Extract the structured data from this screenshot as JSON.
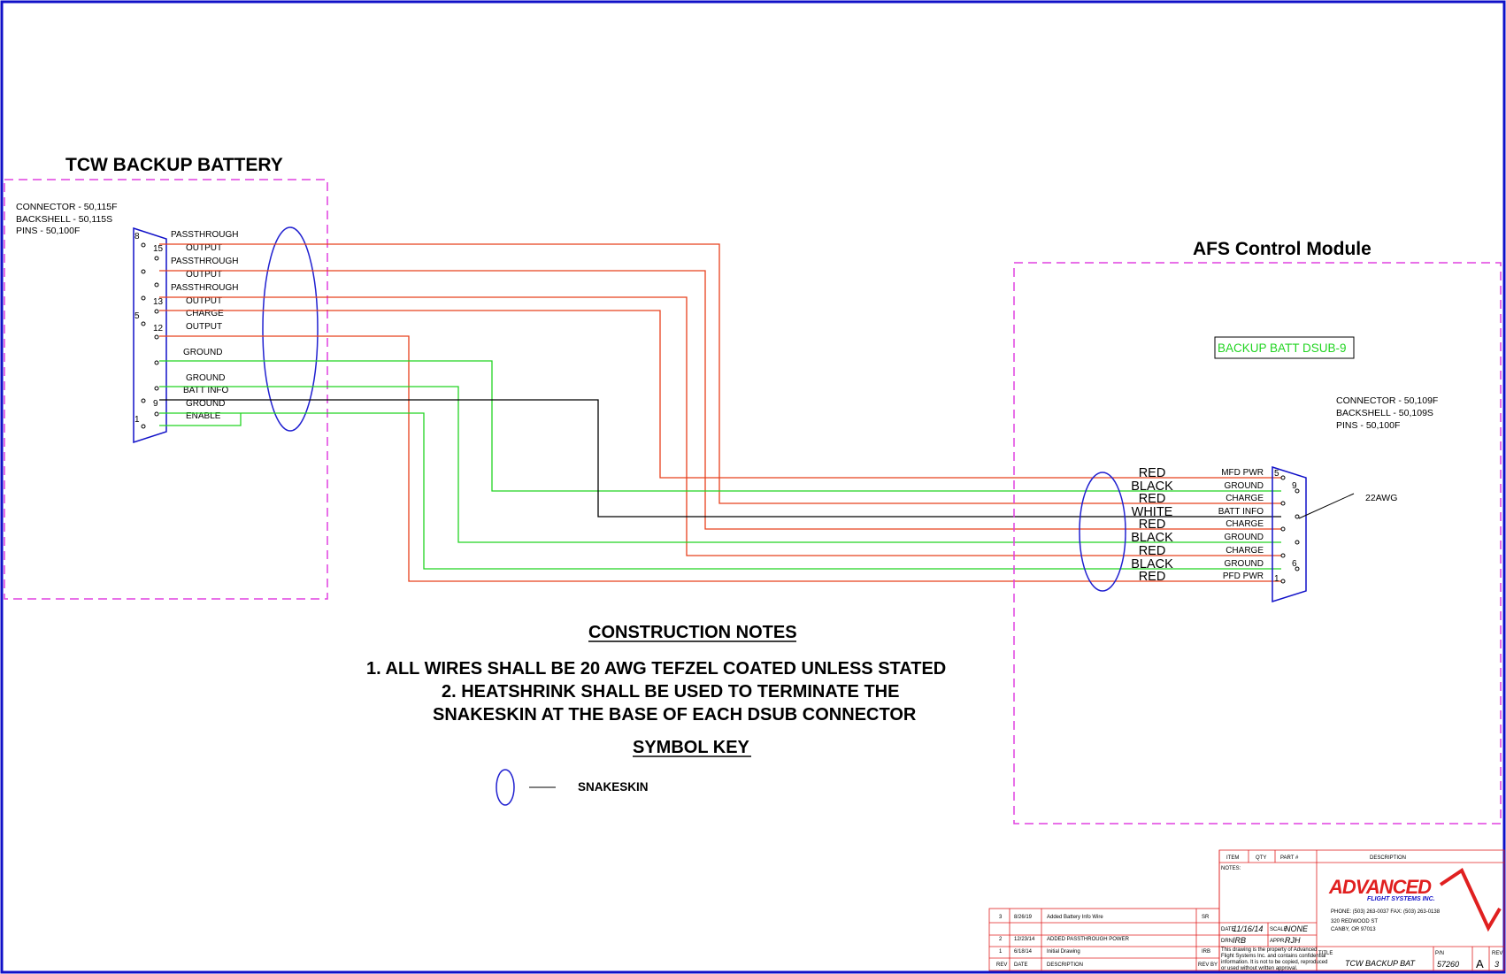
{
  "left_module": {
    "title": "TCW BACKUP BATTERY",
    "specs": [
      "CONNECTOR - 50,115F",
      "BACKSHELL - 50,115S",
      "PINS - 50,100F"
    ],
    "pin_numbers": [
      "8",
      "15",
      "13",
      "5",
      "12",
      "9",
      "1"
    ],
    "pins": [
      {
        "label": "PASSTHROUGH"
      },
      {
        "label": "OUTPUT"
      },
      {
        "label": "PASSTHROUGH"
      },
      {
        "label": "OUTPUT"
      },
      {
        "label": "PASSTHROUGH"
      },
      {
        "label": "OUTPUT"
      },
      {
        "label": "CHARGE"
      },
      {
        "label": "OUTPUT"
      },
      {
        "label": "GROUND"
      },
      {
        "label": "GROUND"
      },
      {
        "label": "BATT INFO"
      },
      {
        "label": "GROUND"
      },
      {
        "label": "ENABLE"
      }
    ]
  },
  "right_module": {
    "title": "AFS Control Module",
    "dsub_label": "BACKUP BATT DSUB-9",
    "specs": [
      "CONNECTOR - 50,109F",
      "BACKSHELL - 50,109S",
      "PINS - 50,100F"
    ],
    "pin_numbers": [
      "5",
      "9",
      "6",
      "1"
    ],
    "wire_gauge_note": "22AWG"
  },
  "wires": [
    {
      "color_name": "RED",
      "signal": "MFD PWR",
      "color": "#e8401c"
    },
    {
      "color_name": "BLACK",
      "signal": "GROUND",
      "color": "#22d422"
    },
    {
      "color_name": "RED",
      "signal": "CHARGE",
      "color": "#e8401c"
    },
    {
      "color_name": "WHITE",
      "signal": "BATT INFO",
      "color": "#000000"
    },
    {
      "color_name": "RED",
      "signal": "CHARGE",
      "color": "#e8401c"
    },
    {
      "color_name": "BLACK",
      "signal": "GROUND",
      "color": "#22d422"
    },
    {
      "color_name": "RED",
      "signal": "CHARGE",
      "color": "#e8401c"
    },
    {
      "color_name": "BLACK",
      "signal": "GROUND",
      "color": "#22d422"
    },
    {
      "color_name": "RED",
      "signal": "PFD PWR",
      "color": "#e8401c"
    }
  ],
  "notes": {
    "heading": "CONSTRUCTION NOTES",
    "lines": [
      "1. ALL WIRES SHALL BE 20 AWG TEFZEL COATED UNLESS STATED",
      "2. HEATSHRINK SHALL BE USED TO TERMINATE THE",
      "SNAKESKIN AT THE BASE OF EACH DSUB CONNECTOR"
    ]
  },
  "symbol_key": {
    "heading": "SYMBOL KEY",
    "snakeskin": "SNAKESKIN"
  },
  "title_block": {
    "revisions": [
      {
        "rev": "3",
        "date": "8/26/19",
        "description": "Added Battery Info Wire",
        "by": "SR"
      },
      {
        "rev": "2",
        "date": "12/23/14",
        "description": "ADDED PASSTHROUGH POWER",
        "by": ""
      },
      {
        "rev": "1",
        "date": "6/18/14",
        "description": "Initial Drawing",
        "by": "IRB"
      }
    ],
    "rev_header": {
      "rev": "REV",
      "date": "DATE",
      "description": "DESCRIPTION",
      "by": "REV BY"
    },
    "parts_header": {
      "item": "ITEM",
      "qty": "QTY",
      "part": "PART #",
      "description": "DESCRIPTION"
    },
    "notes_label": "NOTES:",
    "date_label": "DATE",
    "date_value": "11/16/14",
    "scale_label": "SCALE",
    "scale_value": "NONE",
    "drn_label": "DRN",
    "drn_value": "IRB",
    "appr_label": "APPR.",
    "appr_value": "RJH",
    "property_text": [
      "This drawing is the property of Advanced",
      "Flight Systems Inc. and contains confidential",
      "information. It is not to be copied, reproduced",
      "or used without written approval."
    ],
    "company_logo": "ADVANCED",
    "company_sub": "FLIGHT SYSTEMS INC.",
    "phone": "PHONE: (503) 263-0037  FAX: (503) 263-0138",
    "address1": "320 REDWOOD ST",
    "address2": "CANBY, OR 97013",
    "title_label": "TITLE",
    "title_value": "TCW BACKUP BAT",
    "pn_label": "P/N",
    "pn_value": "57260",
    "size_value": "A",
    "rev_label": "REV",
    "rev_value": "3"
  },
  "colors": {
    "border": "#1010c8",
    "module_outline": "#e040e0",
    "wire_red": "#e8401c",
    "wire_green": "#22d422",
    "wire_black": "#000000",
    "snakeskin": "#2020d0",
    "dsub_label": "#22d422",
    "titleblock_lines": "#e02020",
    "logo_red": "#e02020",
    "logo_blue": "#1010c8"
  }
}
